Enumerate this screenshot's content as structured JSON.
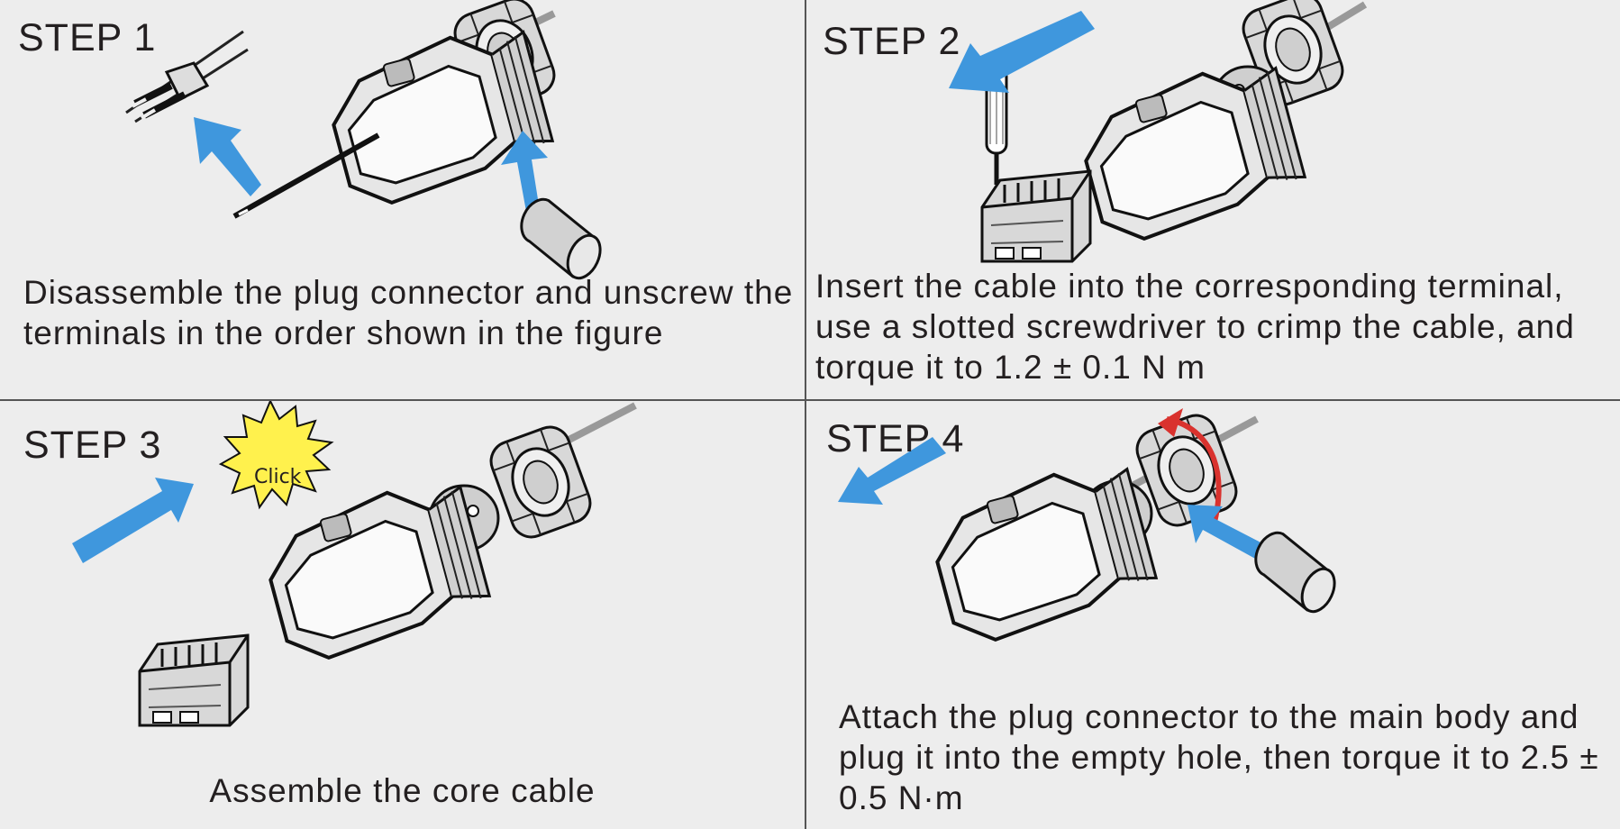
{
  "steps": [
    {
      "title": "STEP 1",
      "description": "Disassemble the plug connector and unscrew the terminals in the order shown in the figure"
    },
    {
      "title": "STEP 2",
      "description": "Insert the cable into the corresponding terminal, use a slotted screwdriver to crimp the cable, and torque it to 1.2 ± 0.1 N m"
    },
    {
      "title": "STEP 3",
      "description": "Assemble the core cable",
      "burst_label": "Click"
    },
    {
      "title": "STEP 4",
      "description": "Attach the plug connector to the main body and plug it into the empty hole, then torque it to 2.5 ± 0.5 N·m"
    }
  ],
  "colors": {
    "arrow_blue": "#3f97dd",
    "rotate_red": "#d9322e",
    "click_burst": "#fff14d",
    "text": "#231f20",
    "background": "#ededed"
  }
}
